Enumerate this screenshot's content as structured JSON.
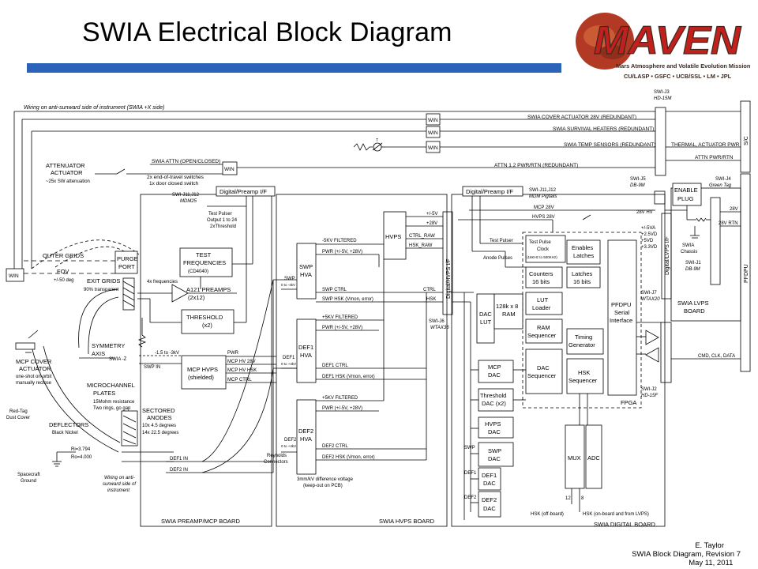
{
  "slide": {
    "title": "SWIA Electrical Block Diagram"
  },
  "logo": {
    "wordmark": "MAVEN",
    "subtitle": "Mars Atmosphere and Volatile Evolution Mission",
    "partners": "CU/LASP • GSFC • UCB/SSL • LM • JPL"
  },
  "colors": {
    "title_rule": "#2a63b7",
    "logo_red": "#c2201c",
    "logo_planet": "#b23a25",
    "logo_dark": "#3a2a22"
  },
  "diagram": {
    "wiring_note": "Wiring on anti-sunward side of instrument (SWIA +X side)",
    "harness": {
      "cover_actuator": "SWIA COVER ACTUATOR 28V (REDUNDANT)",
      "survival_heaters": "SWIA SURVIVAL HEATERS (REDUNDANT)",
      "temp_sensors": "SWIA TEMP SENSORS (REDUNDANT)",
      "attn": "SWIA ATTN (OPEN/CLOSED)",
      "attn_switches_1": "2x end-of-travel switches",
      "attn_switches_2": "1x door closed switch",
      "attn_pwr": "ATTN 1.2 PWR/RTN (REDUNDANT)",
      "thermal_pwr": "THERMAL, ACTUATOR PWR",
      "attn_pwr_rtn": "ATTN PWR/RTN",
      "win": "WIN",
      "t_symbol": "T"
    },
    "connectors": {
      "j3": "SWI-J3",
      "j3_type": "HD-15M",
      "j5": "SWI-J5",
      "j5_type": "DB-9M",
      "j4": "SWI-J4",
      "j4_type": "Green Tag",
      "j1": "SWI-J1",
      "j1_type": "DB-9M",
      "j7": "SWI-J7",
      "j7_type": "WTAX20",
      "j2": "SWI-J2",
      "j2_type": "HD-15F",
      "j6": "SWI-J6",
      "j6_type": "WTAX36",
      "j11_a": "SWI-J11,J12",
      "j11_a_type": "MDM25",
      "j11_b": "SWI-J11,J12",
      "j11_b_type": "MDM Pigtails"
    },
    "sc_labels": {
      "sc": "S/C",
      "pfdpu": "PFDPU",
      "cmd": "CMD, CLK, DATA"
    },
    "attenuator": {
      "title_1": "ATTENUATOR",
      "title_2": "ACTUATOR",
      "note": "~25x SW attenuation"
    },
    "optics": {
      "outer_grids": "OUTER GRIDS",
      "fov": "FOV",
      "fov_deg": "+/-50 deg",
      "exit_grids": "EXIT GRIDS",
      "exit_trans": "90% transparent",
      "purge_1": "PURGE",
      "purge_2": "PORT",
      "symmetry_1": "SYMMETRY",
      "symmetry_2": "AXIS",
      "swia_z": "SWIA -Z",
      "mcp_title_1": "MICROCHANNEL",
      "mcp_title_2": "PLATES",
      "mcp_res": "15Mohm resistance",
      "mcp_rings": "Two rings, go gap",
      "anodes_1": "SECTORED",
      "anodes_2": "ANODES",
      "anodes_3": "10x 4.5 degrees",
      "anodes_4": "14x 22.5 degrees",
      "cover_1": "MCP COVER",
      "cover_2": "ACTUATOR",
      "cover_3": "one-shot on-orbit",
      "cover_4": "manually reclose",
      "red_tag_1": "Red-Tag",
      "red_tag_2": "Dust Cover",
      "deflectors_1": "DEFLECTORS",
      "deflectors_2": "Black Nickel",
      "ri": "Ri=3.794",
      "ro": "Ro=4.000",
      "ground_1": "Spacecraft",
      "ground_2": "Ground",
      "wiring_1": "Wiring on anti-",
      "wiring_2": "sunward side of",
      "wiring_3": "instrument"
    },
    "preamp": {
      "if": "Digital/Preamp I/F",
      "test_pulser_1": "Test Pulser",
      "test_pulser_2": "Output 1 to 24",
      "test_pulser_3": "2xThreshold",
      "freq_1": "TEST",
      "freq_2": "FREQUENCIES",
      "freq_3": "(CD4040)",
      "four_freq": "4x frequencies",
      "a121_1": "A121 PREAMPS",
      "a121_2": "(2x12)",
      "thr_1": "THRESHOLD",
      "thr_2": "(x2)",
      "neg_v": "-1.5 to -3kV",
      "pwr": "PWR",
      "mcp_hv": "MCP HV 28V",
      "mcp_hsk": "MCP HV HSK",
      "mcp_ctrl": "MCP CTRL",
      "swp_in": "SWP IN",
      "mcp_hvps_1": "MCP HVPS",
      "mcp_hvps_2": "(shielded)",
      "def1_in": "DEF1 IN",
      "def2_in": "DEF2 IN",
      "reynolds_1": "Reynolds",
      "reynolds_2": "Connectors",
      "board": "SWIA PREAMP/MCP BOARD"
    },
    "hvps": {
      "plus5v": "+/-5V",
      "plus28v": "+28V",
      "ctrl_raw": "CTRL_RAW",
      "hsk_raw": "HSK_RAW",
      "hvps": "HVPS",
      "neg5kv": "-5KV FILTERED",
      "pwr_swp": "PWR (+/-5V, +28V)",
      "swp": "SWP",
      "swp_range": "0 to -4kV",
      "swp_hva_1": "SWP",
      "swp_hva_2": "HVA",
      "swp_ctrl": "SWP CTRL",
      "swp_hsk": "SWP HSK (Vmon, error)",
      "ctrl": "CTRL",
      "hsk": "HSK",
      "pos5kv_1": "+5KV FILTERED",
      "pwr_def1": "PWR (+/-5V, +28V)",
      "def1": "DEF1",
      "def_range": "0 to +4kV",
      "def1_hva_1": "DEF1",
      "def1_hva_2": "HVA",
      "def1_ctrl": "DEF1 CTRL",
      "def1_hsk": "DEF1 HSK (Vmon, error)",
      "pos5kv_2": "+5KV FILTERED",
      "pwr_def2": "PWR (+/-5V, +28V)",
      "def2": "DEF2",
      "def2_hva_1": "DEF2",
      "def2_hva_2": "HVA",
      "def2_ctrl": "DEF2 CTRL",
      "def2_hsk": "DEF2 HSK (Vmon, error)",
      "note_1": "3mm/kV difference voltage",
      "note_2": "(keep-out on PCB)",
      "digital_if": "Digital/HVPS I/F",
      "board": "SWIA HVPS BOARD"
    },
    "digital": {
      "if": "Digital/Preamp I/F",
      "mcp28": "MCP 28V",
      "hvps28": "HVPS 28V",
      "test_pulser": "Test Pulser",
      "anode_pulses": "Anode Pulses",
      "tpc_1": "Test Pulse",
      "tpc_2": "Clock",
      "tpc_3": "(16KHz to 500KHz)",
      "en_1": "Enables",
      "en_2": "Latches",
      "cnt_1": "Counters",
      "cnt_2": "16 bits",
      "lat_1": "Latches",
      "lat_2": "16 bits",
      "lut_1": "LUT",
      "lut_2": "Loader",
      "ram_big_1": "128k x 8",
      "ram_big_2": "RAM",
      "dac_lut_1": "DAC",
      "dac_lut_2": "LUT",
      "ram_seq_1": "RAM",
      "ram_seq_2": "Sequencer",
      "timing_1": "Timing",
      "timing_2": "Generator",
      "dac_seq_1": "DAC",
      "dac_seq_2": "Sequencer",
      "hsk_seq_1": "HSK",
      "hsk_seq_2": "Sequencer",
      "pfdpu_1": "PFDPU",
      "pfdpu_2": "Serial",
      "pfdpu_3": "Interface",
      "mcp_dac_1": "MCP",
      "mcp_dac_2": "DAC",
      "thr_dac_1": "Threshold",
      "thr_dac_2": "DAC (x2)",
      "hvps_dac_1": "HVPS",
      "hvps_dac_2": "DAC",
      "swp_dac_1": "SWP",
      "swp_dac_2": "DAC",
      "def1_dac_1": "DEF1",
      "def1_dac_2": "DAC",
      "def2_dac_1": "DEF2",
      "def2_dac_2": "DAC",
      "swp": "SWP",
      "def1": "DEF1",
      "def2": "DEF2",
      "mux": "MUX",
      "adc": "ADC",
      "fpga": "FPGA",
      "n12": "12",
      "n8": "8",
      "hsk_off": "HSK (off-board)",
      "hsk_on": "HSK (on-board and from LVPS)",
      "board": "SWIA DIGITAL BOARD"
    },
    "lvps": {
      "hv28": "28V HV",
      "v5": "+/-5VA",
      "v25": "+2.5VD",
      "v5d": "+5VD",
      "v33": "+3.3VD",
      "if": "Digital/LVPS I/F",
      "enable_1": "ENABLE",
      "enable_2": "PLUG",
      "chassis_1": "SWIA",
      "chassis_2": "Chassis",
      "v28": "28V",
      "rtn": "28V RTN",
      "board_1": "SWIA LVPS",
      "board_2": "BOARD"
    }
  },
  "footer": {
    "author": "E. Taylor",
    "doc": "SWIA Block Diagram, Revision 7",
    "date": "May 11, 2011"
  }
}
